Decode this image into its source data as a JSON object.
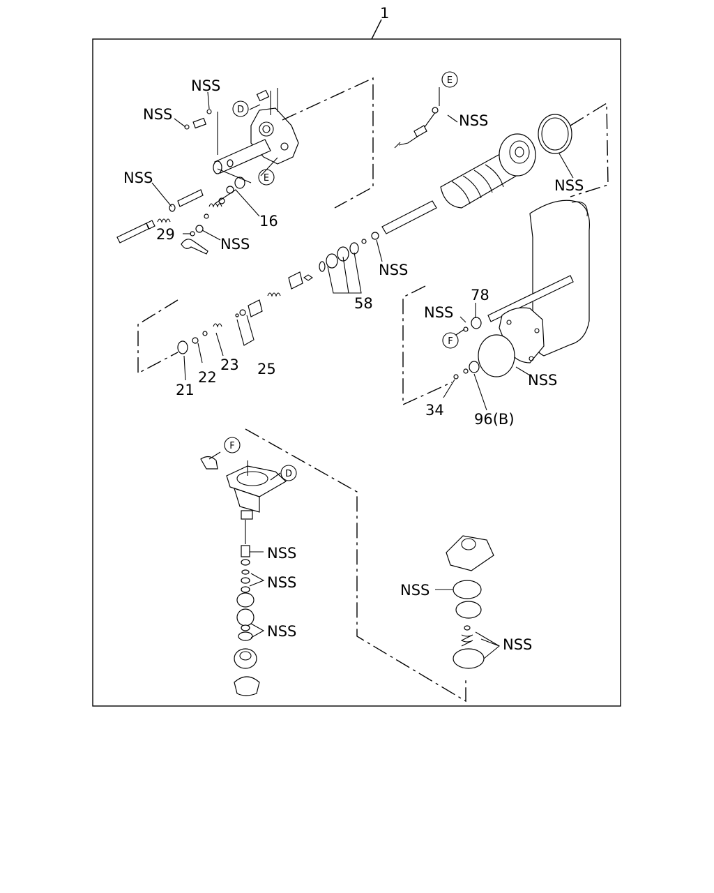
{
  "assembly_label": "1",
  "refs": {
    "D": "D",
    "E": "E",
    "F": "F"
  },
  "labels": {
    "nss": "NSS",
    "p16": "16",
    "p21": "21",
    "p22": "22",
    "p23": "23",
    "p25": "25",
    "p29": "29",
    "p34": "34",
    "p58": "58",
    "p78": "78",
    "p96b": "96(B)"
  }
}
